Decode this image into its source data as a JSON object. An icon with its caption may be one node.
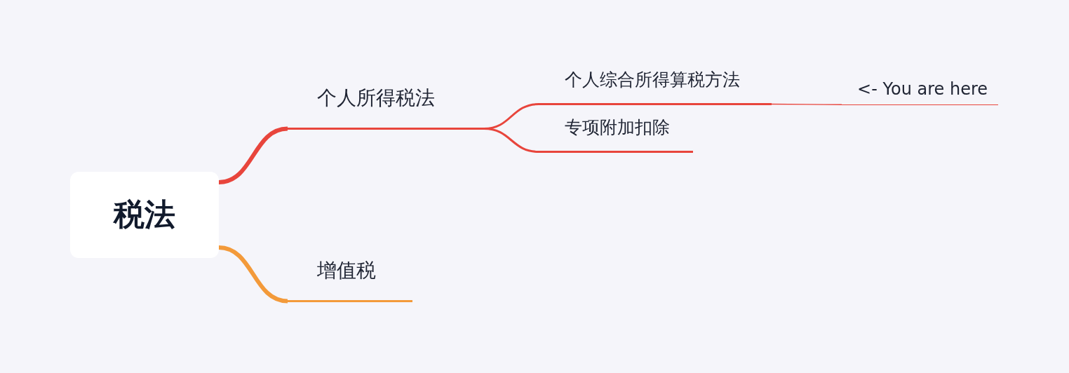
{
  "diagram": {
    "nodes": [
      {
        "text": [
          "税法"
        ]
      },
      {
        "text": [
          "个人所得税法"
        ]
      },
      {
        "text": [
          "增值税"
        ]
      },
      {
        "text": [
          "个人综合所得算税方法"
        ]
      },
      {
        "text": [
          "专项附加扣除"
        ]
      },
      {
        "text": [
          "<- You are here"
        ]
      }
    ],
    "edges": [
      {
        "from": 0,
        "to": 1,
        "arrow": "none",
        "style": "thick"
      },
      {
        "from": 0,
        "to": 2,
        "arrow": "none",
        "style": "thick",
        "color": "#f39a3a"
      },
      {
        "from": 1,
        "to": 3,
        "arrow": "none"
      },
      {
        "from": 1,
        "to": 4,
        "arrow": "none"
      },
      {
        "from": 3,
        "to": 5,
        "arrow": "none"
      }
    ]
  }
}
